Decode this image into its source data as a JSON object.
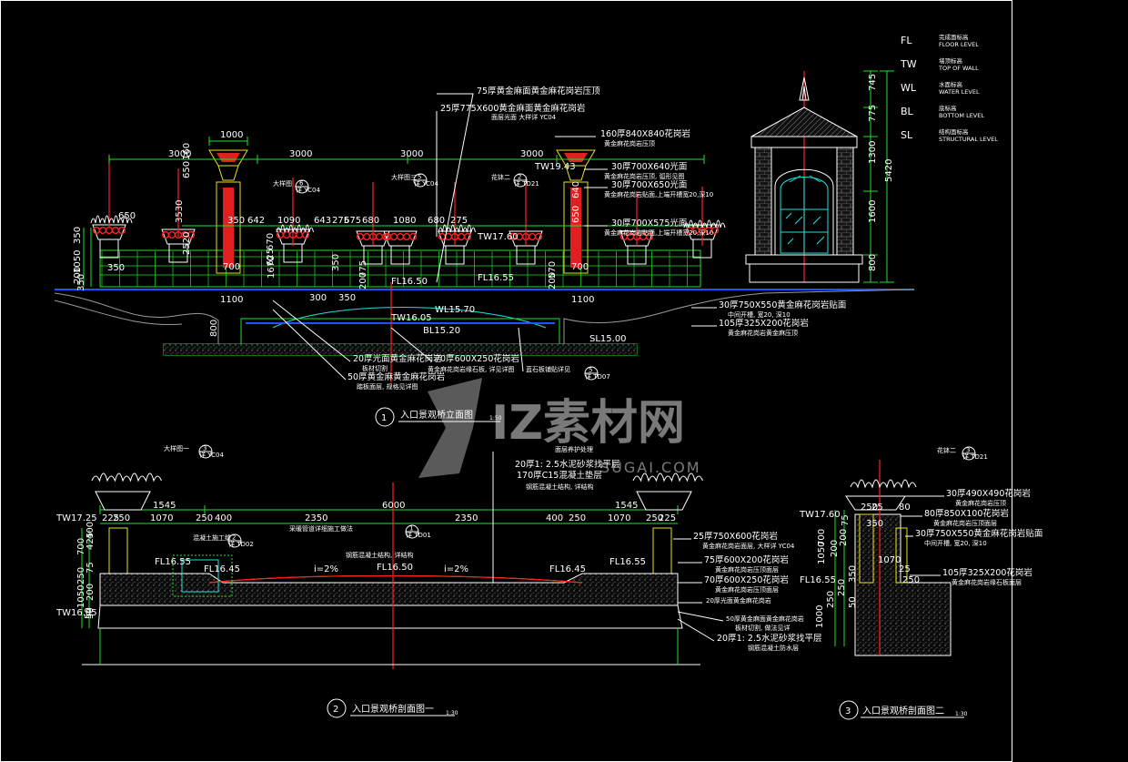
{
  "legend": [
    {
      "code": "FL",
      "zh": "完成面标高",
      "en": "FLOOR LEVEL"
    },
    {
      "code": "TW",
      "zh": "墙顶标高",
      "en": "TOP OF WALL"
    },
    {
      "code": "WL",
      "zh": "水面标高",
      "en": "WATER LEVEL"
    },
    {
      "code": "BL",
      "zh": "底标高",
      "en": "BOTTOM LEVEL"
    },
    {
      "code": "SL",
      "zh": "结构面标高",
      "en": "STRUCTURAL LEVEL"
    }
  ],
  "watermark": {
    "main": "IZ素材网",
    "sub": "SUGAI.COM"
  },
  "titles": {
    "t1": {
      "num": "1",
      "text": "入口景观桥立面图",
      "scale": "1:50"
    },
    "t2": {
      "num": "2",
      "text": "入口景观桥剖面图一",
      "scale": "1:30"
    },
    "t3": {
      "num": "3",
      "text": "入口景观桥剖面图二",
      "scale": "1:30"
    }
  },
  "elev": {
    "spans": [
      "3000",
      "3000",
      "3000",
      "3000"
    ],
    "top_dims": [
      "1000",
      "160",
      "650",
      "3530",
      "2520",
      "650",
      "350",
      "1050",
      "350",
      "350",
      "200",
      "700"
    ],
    "mid_dims": [
      "350",
      "642",
      "1090",
      "643",
      "275",
      "675",
      "680",
      "1080",
      "680",
      "275",
      "700",
      "1670",
      "625",
      "670",
      "350",
      "775",
      "200",
      "570",
      "640",
      "650",
      "200",
      "1100",
      "1100",
      "300",
      "350",
      "800"
    ],
    "levels": [
      "TW19.43",
      "TW17.60",
      "FL16.50",
      "FL16.55",
      "WL15.70",
      "TW16.05",
      "BL15.20",
      "SL15.00"
    ],
    "tags": [
      {
        "t": "大样图",
        "n": "6",
        "r": "详 YC04"
      },
      {
        "t": "大样图三",
        "n": "5",
        "r": "详 YC04"
      },
      {
        "t": "花钵二",
        "n": "2",
        "r": "详 TD21"
      },
      {
        "t": "",
        "n": "5",
        "r": "详 TD07"
      }
    ],
    "notes": [
      "75厚黄金麻面黄金麻花岗岩压顶",
      "25厚775X600黄金麻面黄金麻花岗岩",
      "面层光面 大样详 YC04",
      "160厚840X840花岗岩",
      "黄金麻花岗岩压顶",
      "30厚700X640光面",
      "黄金麻花岗岩压顶, 弧形见图",
      "30厚700X650光面",
      "黄金麻花岗岩贴面,上端开槽宽20,深10",
      "30厚700X575光面",
      "黄金麻花岗岩贴面,上端开槽宽20,深10",
      "30厚750X550黄金麻花岗岩贴面",
      "中间开槽, 宽20, 深10",
      "105厚325X200花岗岩",
      "黄金麻花岗岩黄金麻压顶",
      "20厚光面黄金麻花岗岩",
      "板材切割",
      "50厚黄金麻黄金麻花岗岩",
      "踏板面层, 规格见详图",
      "70厚600X250花岗岩",
      "黄金麻花岗岩缘石板, 详见详图",
      "蓝石板铺贴详见",
      "1  : 50"
    ]
  },
  "sec1": {
    "dims": [
      "1545",
      "6000",
      "1545",
      "225",
      "250",
      "1070",
      "250",
      "400",
      "2350",
      "2350",
      "400",
      "250",
      "1070",
      "250",
      "225",
      "700",
      "400",
      "425",
      "75",
      "250",
      "1050",
      "200",
      "50",
      "50"
    ],
    "levels": [
      "TW17.25",
      "FL16.55",
      "FL16.45",
      "FL16.50",
      "FL16.45",
      "FL16.55",
      "TW16.05"
    ],
    "slopes": [
      "i=2%",
      "i=2%"
    ],
    "tags": [
      {
        "t": "大样图一",
        "n": "3",
        "r": "详 YC04"
      },
      {
        "t": "混凝土施工缝",
        "n": "2",
        "r": "详 TD02"
      },
      {
        "t": "采暖管道详细施工做法",
        "n": "1",
        "r": "详 TD01"
      }
    ],
    "notes": [
      "面层养护处理",
      "20厚1: 2.5水泥砂浆找平层",
      "170厚C15混凝土垫层",
      "钢筋混凝土结构, 详结构",
      "钢筋混凝土结构, 详结构",
      "25厚750X600花岗岩",
      "黄金麻花岗岩面层, 大样详 YC04",
      "75厚600X200花岗岩",
      "黄金麻花岗岩压顶面层",
      "70厚600X250花岗岩",
      "黄金麻花岗岩压顶面层",
      "20厚光面黄金麻花岗岩",
      "50厚黄金麻面黄金麻花岗岩",
      "板材切割, 做法见详",
      "20厚1: 2.5水泥砂浆找平层",
      "钢筋混凝土防水层"
    ]
  },
  "sec2": {
    "dims": [
      "250",
      "25",
      "350",
      "80",
      "75",
      "700",
      "1050",
      "350",
      "250",
      "50",
      "1070",
      "1000",
      "250",
      "25",
      "250",
      "200",
      "200"
    ],
    "levels": [
      "TW17.60",
      "FL16.55"
    ],
    "tag": {
      "t": "花钵二",
      "n": "3",
      "r": "详 TD21"
    },
    "notes": [
      "30厚490X490花岗岩",
      "黄金麻花岗岩压顶",
      "80厚850X100花岗岩",
      "黄金麻花岗岩压顶面层",
      "30厚750X550黄金麻花岗岩贴面",
      "中间开槽, 宽20, 深10",
      "105厚325X200花岗岩",
      "黄金麻花岗岩缘石板面层"
    ]
  },
  "kiosk_dims": [
    "745",
    "775",
    "1300",
    "5420",
    "1600",
    "800"
  ]
}
